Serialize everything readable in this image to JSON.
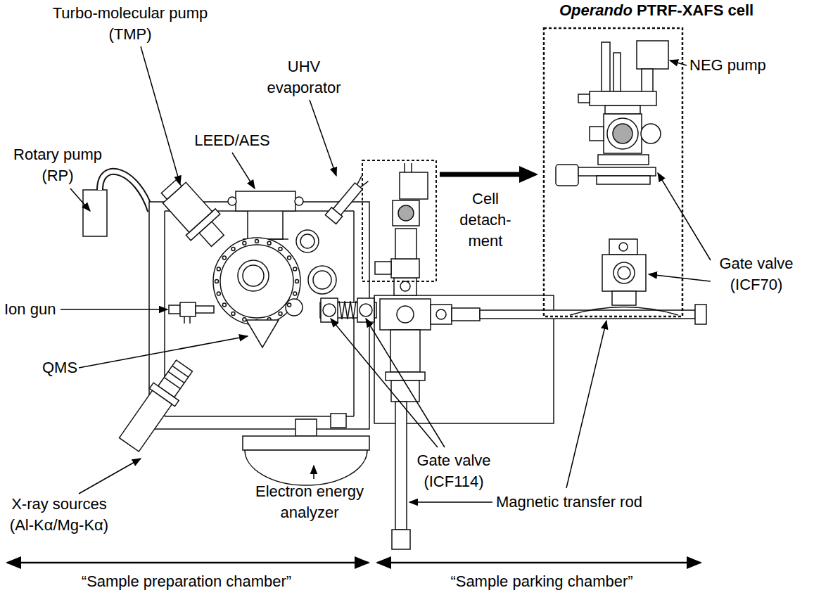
{
  "diagram": {
    "labels": [
      "Operando",
      "PTRF-XAFS cell",
      "Turbo-molecular pump (TMP)",
      "UHV evaporator",
      "NEG pump",
      "Rotary pump (RP)",
      "LEED/AES",
      "Cell detach- ment",
      "Gate valve (ICF70)",
      "Ion gun",
      "QMS",
      "X-ray sources (Al-Kα/Mg-Kα)",
      "Electron energy analyzer",
      "Gate valve (ICF114)",
      "Magnetic transfer rod",
      "“Sample preparation chamber”",
      "“Sample parking chamber”"
    ]
  }
}
